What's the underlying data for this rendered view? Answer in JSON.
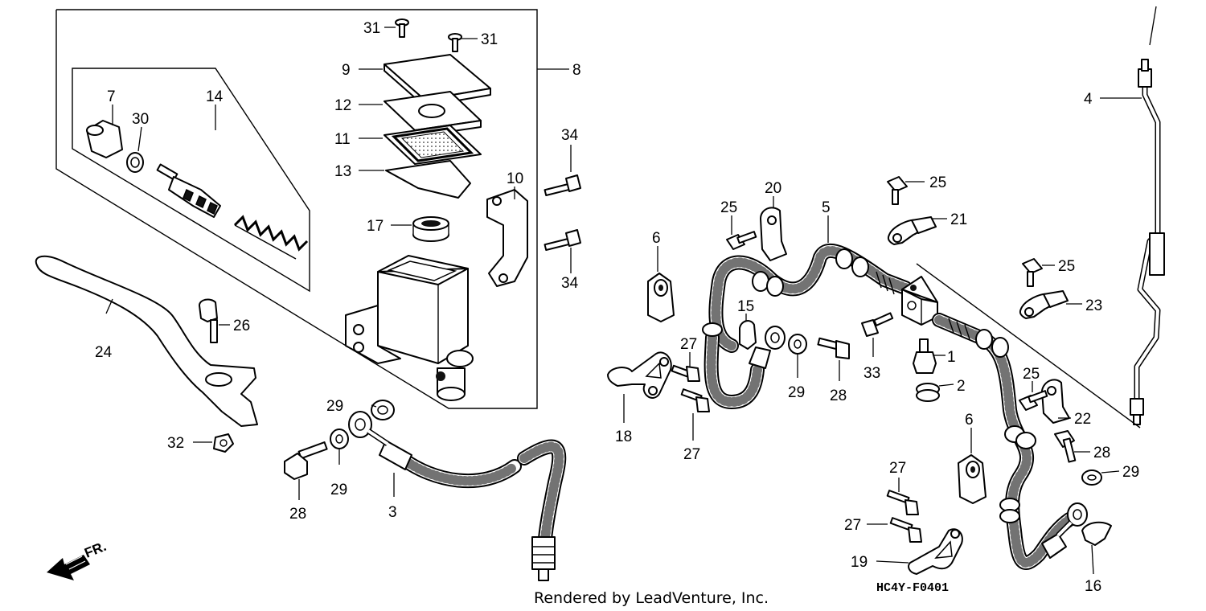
{
  "diagram": {
    "diagram_code": "HC4Y-F0401",
    "credit": "Rendered by LeadVenture, Inc.",
    "direction_label": "FR.",
    "part_callouts": {
      "p1": "1",
      "p2": "2",
      "p3": "3",
      "p4": "4",
      "p5": "5",
      "p6a": "6",
      "p6b": "6",
      "p7": "7",
      "p8": "8",
      "p9": "9",
      "p10": "10",
      "p11": "11",
      "p12": "12",
      "p13": "13",
      "p14": "14",
      "p15": "15",
      "p16": "16",
      "p17": "17",
      "p18": "18",
      "p19": "19",
      "p20": "20",
      "p21": "21",
      "p22": "22",
      "p23": "23",
      "p24": "24",
      "p25a": "25",
      "p25b": "25",
      "p25c": "25",
      "p25d": "25",
      "p26": "26",
      "p27a": "27",
      "p27b": "27",
      "p27c": "27",
      "p27d": "27",
      "p28a": "28",
      "p28b": "28",
      "p28c": "28",
      "p29a": "29",
      "p29b": "29",
      "p29c": "29",
      "p29d": "29",
      "p30": "30",
      "p31a": "31",
      "p31b": "31",
      "p32": "32",
      "p33": "33",
      "p34a": "34",
      "p34b": "34"
    }
  }
}
